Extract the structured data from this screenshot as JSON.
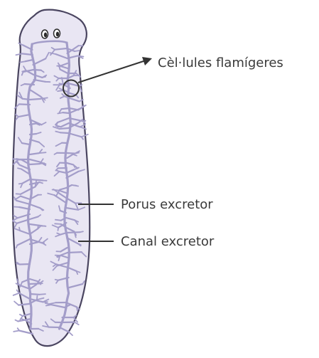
{
  "labels": {
    "flame_cells": "Cèl·lules flamígeres",
    "excretory_pore": "Porus excretor",
    "excretory_canal": "Canal excretor"
  },
  "colors": {
    "body_fill": "#e9e6f3",
    "body_outline": "#4a4560",
    "canal_color": "#a39dc9",
    "line_color": "#333333",
    "eye_color": "#2b2b2b"
  }
}
